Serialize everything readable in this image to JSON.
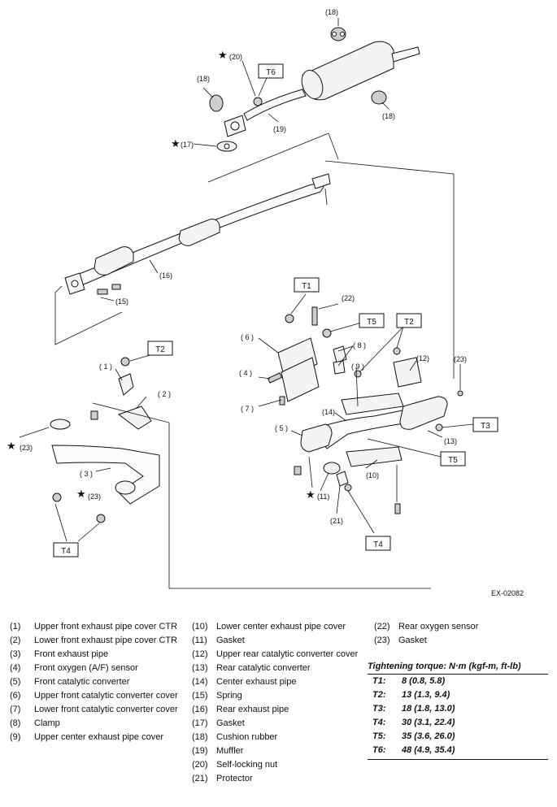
{
  "figure_id": "EX-02082",
  "callouts": {
    "p1": "( 1 )",
    "p2": "( 2 )",
    "p3": "( 3 )",
    "p4": "( 4 )",
    "p5": "( 5 )",
    "p6": "( 6 )",
    "p7": "( 7 )",
    "p8": "( 8 )",
    "p9": "( 9 )",
    "p10": "(10)",
    "p11": "(11)",
    "p12": "(12)",
    "p13": "(13)",
    "p14": "(14)",
    "p15": "(15)",
    "p16": "(16)",
    "p17": "(17)",
    "p18a": "(18)",
    "p18b": "(18)",
    "p18c": "(18)",
    "p19": "(19)",
    "p20": "(20)",
    "p21": "(21)",
    "p22": "(22)",
    "p23a": "(23)",
    "p23b": "(23)",
    "p23c": "(23)"
  },
  "star": "★",
  "torque_boxes": {
    "t1": "T1",
    "t2a": "T2",
    "t2b": "T2",
    "t3": "T3",
    "t4a": "T4",
    "t4b": "T4",
    "t5a": "T5",
    "t5b": "T5",
    "t6": "T6"
  },
  "legend": {
    "col1": [
      {
        "num": "(1)",
        "text": "Upper front exhaust pipe cover CTR"
      },
      {
        "num": "(2)",
        "text": "Lower front exhaust pipe cover CTR"
      },
      {
        "num": "(3)",
        "text": "Front exhaust pipe"
      },
      {
        "num": "(4)",
        "text": "Front oxygen (A/F) sensor"
      },
      {
        "num": "(5)",
        "text": "Front catalytic converter"
      },
      {
        "num": "(6)",
        "text": "Upper front catalytic converter cover"
      },
      {
        "num": "(7)",
        "text": "Lower front catalytic converter cover"
      },
      {
        "num": "(8)",
        "text": "Clamp"
      },
      {
        "num": "(9)",
        "text": "Upper center exhaust pipe cover"
      }
    ],
    "col2": [
      {
        "num": "(10)",
        "text": "Lower center exhaust pipe cover"
      },
      {
        "num": "(11)",
        "text": "Gasket"
      },
      {
        "num": "(12)",
        "text": "Upper rear catalytic converter cover"
      },
      {
        "num": "(13)",
        "text": "Rear catalytic converter"
      },
      {
        "num": "(14)",
        "text": "Center exhaust pipe"
      },
      {
        "num": "(15)",
        "text": "Spring"
      },
      {
        "num": "(16)",
        "text": "Rear exhaust pipe"
      },
      {
        "num": "(17)",
        "text": "Gasket"
      },
      {
        "num": "(18)",
        "text": "Cushion rubber"
      },
      {
        "num": "(19)",
        "text": "Muffler"
      },
      {
        "num": "(20)",
        "text": "Self-locking nut"
      },
      {
        "num": "(21)",
        "text": "Protector"
      }
    ],
    "col3": [
      {
        "num": "(22)",
        "text": "Rear oxygen sensor"
      },
      {
        "num": "(23)",
        "text": "Gasket"
      }
    ]
  },
  "torque_table": {
    "header": "Tightening torque: N·m (kgf-m, ft-lb)",
    "rows": [
      {
        "key": "T1:",
        "value": "8 (0.8, 5.8)"
      },
      {
        "key": "T2:",
        "value": "13 (1.3, 9.4)"
      },
      {
        "key": "T3:",
        "value": "18 (1.8, 13.0)"
      },
      {
        "key": "T4:",
        "value": "30 (3.1, 22.4)"
      },
      {
        "key": "T5:",
        "value": "35 (3.6, 26.0)"
      },
      {
        "key": "T6:",
        "value": "48 (4.9, 35.4)"
      }
    ]
  }
}
